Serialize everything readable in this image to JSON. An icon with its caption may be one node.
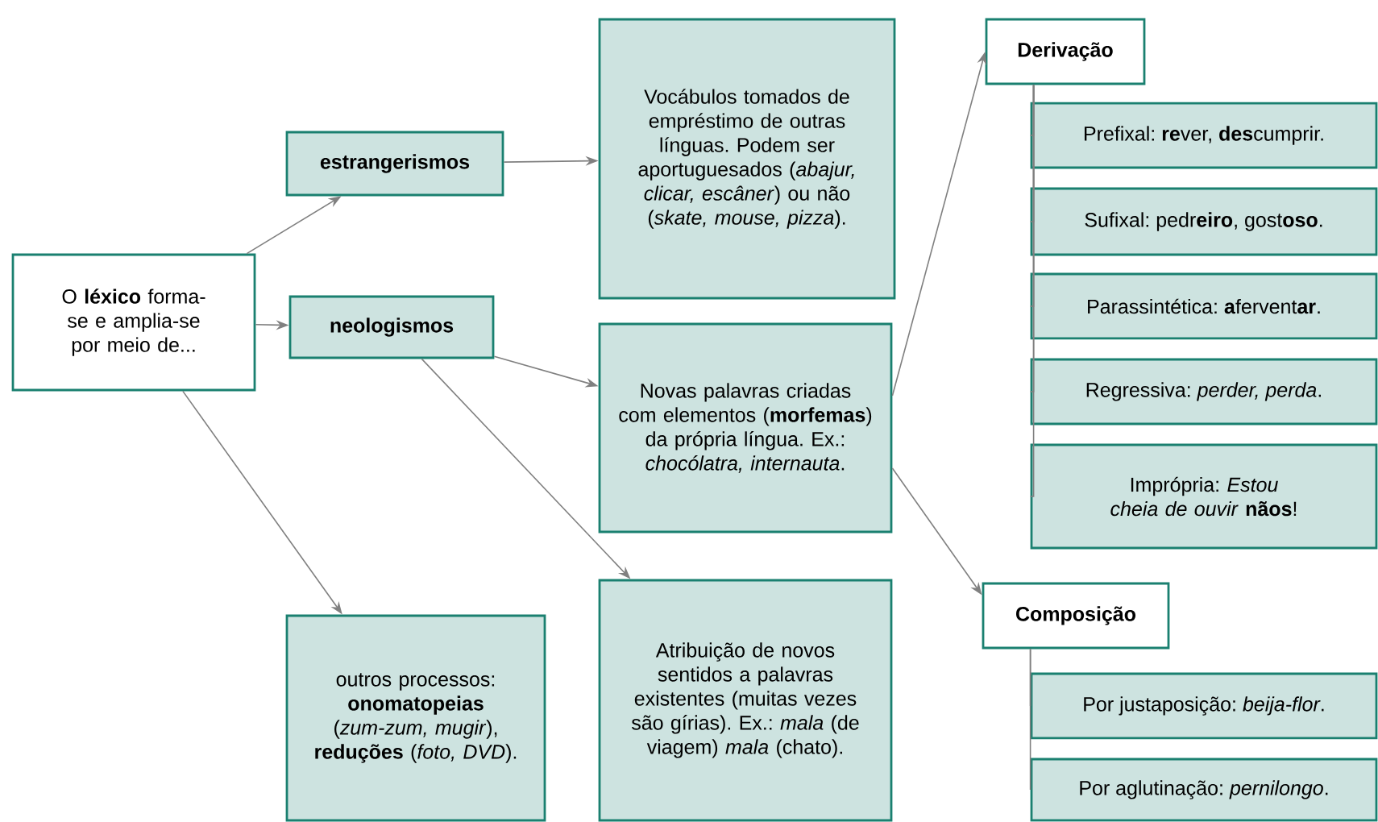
{
  "diagram": {
    "nodes": [
      {
        "text": [
          "O **léxico** forma-se e amplia-se por meio de..."
        ]
      },
      {
        "text": [
          "**estrangerismos**"
        ]
      },
      {
        "text": [
          "**neologismos**"
        ]
      },
      {
        "text": [
          "outros processos: **onomatopeias** (*zum-zum, mugir*), **reduções** (*foto, DVD*)."
        ]
      },
      {
        "text": [
          "Vocábulos tomados de empréstimo de outras línguas. Podem ser aportuguesados (*abajur, clicar, escâner*) ou não (*skate, mouse, pizza*)."
        ]
      },
      {
        "text": [
          "Novas palavras criadas com elementos (**morfemas**) da própria língua. Ex.: *chocólatra, internauta*."
        ]
      },
      {
        "text": [
          "Atribuição de novos sentidos a palavras existentes (muitas vezes são gírias). Ex.: *mala* (de viagem) *mala* (chato)."
        ]
      },
      {
        "text": [
          "**Derivação**"
        ]
      },
      {
        "text": [
          "Prefixal: **re**ver, **des**cumprir."
        ]
      },
      {
        "text": [
          "Sufixal: pedr**eiro**, gost**oso**."
        ]
      },
      {
        "text": [
          "Parassintética: **a**fervent**ar**."
        ]
      },
      {
        "text": [
          "Regressiva: *perder, perda*."
        ]
      },
      {
        "text": [
          "Imprópria: *Estou cheia de ouvir* **nãos**!"
        ]
      },
      {
        "text": [
          "**Composição**"
        ]
      },
      {
        "text": [
          "Por justaposição: *beija-flor*."
        ]
      },
      {
        "text": [
          "Por aglutinação: *pernilongo*."
        ]
      }
    ],
    "edges": [
      {
        "from": 0,
        "to": 1,
        "arrow": "to"
      },
      {
        "from": 0,
        "to": 2,
        "arrow": "to"
      },
      {
        "from": 0,
        "to": 3,
        "arrow": "to"
      },
      {
        "from": 1,
        "to": 4,
        "arrow": "to"
      },
      {
        "from": 2,
        "to": 5,
        "arrow": "to"
      },
      {
        "from": 2,
        "to": 6,
        "arrow": "to"
      },
      {
        "from": 5,
        "to": 7,
        "arrow": "to"
      },
      {
        "from": 5,
        "to": 13,
        "arrow": "to"
      },
      {
        "from": 7,
        "to": 8,
        "arrow": "none"
      },
      {
        "from": 7,
        "to": 9,
        "arrow": "none"
      },
      {
        "from": 7,
        "to": 10,
        "arrow": "none"
      },
      {
        "from": 7,
        "to": 11,
        "arrow": "none"
      },
      {
        "from": 7,
        "to": 12,
        "arrow": "none"
      },
      {
        "from": 13,
        "to": 14,
        "arrow": "none"
      },
      {
        "from": 13,
        "to": 15,
        "arrow": "none"
      }
    ]
  }
}
